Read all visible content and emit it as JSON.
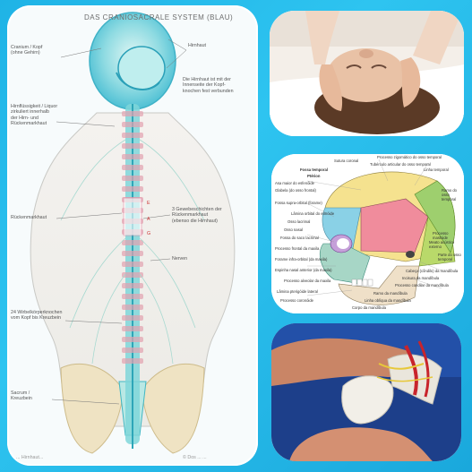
{
  "background_color": "#22b6e8",
  "spine_panel": {
    "title": "DAS CRANIOSACRALE SYSTEM (BLAU)",
    "labels": {
      "cranium": "Cranium / Kopf\n(ohne Gehirn)",
      "hirnhaut": "Hirnhaut",
      "hirnhaut_note": "Die Hirnhaut ist mit der\nInnenseite der Kopf-\nknochen fest verbunden",
      "liquor": "Hirnflüssigkeit / Liquor\nzirkuliert innerhalb\nder Hirn- und\nRückenmarkhaut",
      "rueckenmarkhaut": "Rückenmarkhaut",
      "schichten": "3 Gewebeschichten der\nRückenmarkhaut\n(ebenso die Hirnhaut)",
      "nerven": "Nerven",
      "wirbel": "24 Wirbelkörperknochen\nvom Kopf bis Kreuzbein",
      "sacrum": "Sacrum /\nKreuzbein",
      "footer_left": "... Hirnhaut...",
      "footer_right": "© Dos ... ...",
      "marker_e": "E",
      "marker_a": "A",
      "marker_g": "G"
    }
  },
  "skull_panel": {
    "labels": [
      "Fossa temporal",
      "Sutura coronal",
      "Tubérculo articular do osso temporal",
      "Processo zigomático do osso temporal",
      "Linha temporal",
      "Ptérion",
      "Asa maior do esfenóide",
      "Glabela (do osso frontal)",
      "Fossa supra-orbital (forame)",
      "Lâmina orbital do etmóide",
      "Osso lacrimal",
      "Osso nasal",
      "Fossa do saco lacrimal",
      "Processo frontal da maxila",
      "Forame infra-orbital (da maxila)",
      "Espinha nasal anterior (da maxila)",
      "Processo alveolar da maxila",
      "Lâmina pterigóide lateral",
      "Processo coronóide",
      "Ramo da mandíbula",
      "Linha oblíqua da mandíbula",
      "Corpo da mandíbula",
      "Processo mastoide",
      "Meato acústico externo",
      "Cabeça (côndilo) da mandíbula",
      "Incisura da mandíbula",
      "Processo condilar da mandíbula",
      "Ramo do osso temporal",
      "Parte do osso temporal"
    ]
  }
}
